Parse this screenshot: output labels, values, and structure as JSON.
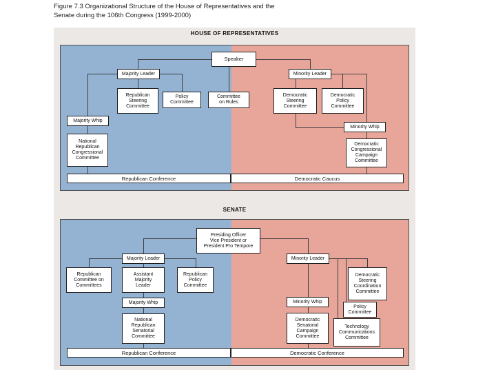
{
  "title": {
    "line1": "Figure 7.3 Organizational Structure of the House of Representatives and the",
    "line2": "Senate during the 106th Congress (1999-2000)"
  },
  "colors": {
    "republican_blue": "#94b3d2",
    "democratic_salmon": "#e8a69a",
    "figure_background": "#ece8e6",
    "box_fill": "#ffffff",
    "line_color": "#3d3d3d"
  },
  "house": {
    "header": "HOUSE OF REPRESENTATIVES",
    "nodes": {
      "speaker": "Speaker",
      "majority_leader": "Majority Leader",
      "republican_steering_committee": "Republican\nSteering\nCommittee",
      "policy_committee": "Policy\nCommittee",
      "committee_on_rules": "Committee\non Rules",
      "majority_whip": "Majority Whip",
      "national_republican_congressional_committee": "National\nRepublican\nCongressional\nCommittee",
      "minority_leader": "Minority Leader",
      "democratic_steering_committee": "Democratic\nSteering\nCommittee",
      "democratic_policy_committee": "Democratic\nPolicy\nCommittee",
      "minority_whip": "Minority Whip",
      "democratic_congressional_campaign_committee": "Democratic\nCongressional\nCampaign\nCommittee"
    },
    "bars": {
      "republican": "Republican Conference",
      "democratic": "Democratic Caucus"
    }
  },
  "senate": {
    "header": "SENATE",
    "nodes": {
      "presiding_officer": "Presiding Officer\nVice President or\nPresident Pro Tempore",
      "majority_leader": "Majority Leader",
      "republican_committee_on_committees": "Republican\nCommittee on\nCommittees",
      "assistant_majority_leader": "Assistant\nMajority\nLeader",
      "republican_policy_committee": "Republican\nPolicy\nCommittee",
      "majority_whip": "Majority Whip",
      "national_republican_senatorial_committee": "National\nRepublican\nSenatorial\nCommittee",
      "minority_leader": "Minority Leader",
      "democratic_steering_coordination_committee": "Democratic\nSteering\nCoordination\nCommittee",
      "policy_committee": "Policy\nCommittee",
      "technology_communications_committee": "Technology\nCommunications\nCommittee",
      "minority_whip": "Minority Whip",
      "democratic_senatorial_campaign_committee": "Democratic\nSenatorial\nCampaign\nCommittee"
    },
    "bars": {
      "republican": "Republican Conference",
      "democratic": "Democratic Conference"
    }
  }
}
